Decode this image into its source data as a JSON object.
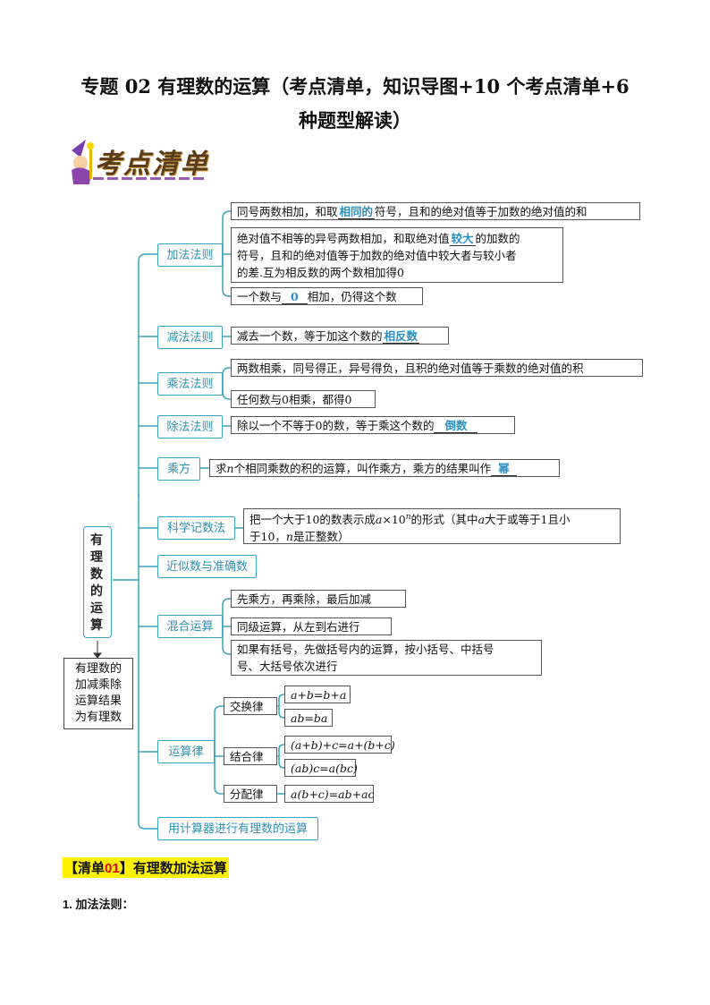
{
  "title": {
    "line1": "专题 02  有理数的运算（考点清单，知识导图+10 个考点清单+6",
    "line2": "种题型解读）"
  },
  "banner": {
    "text": "考点清单"
  },
  "root": {
    "label": "有理数的运算",
    "note": "有理数的加减乘除运算结果为有理数"
  },
  "addition": {
    "label": "加法法则",
    "rule1_pre": "同号两数相加，和取",
    "rule1_hl": "相同的",
    "rule1_post": "符号，且和的绝对值等于加数的绝对值的和",
    "rule2_l1a": "绝对值不相等的异号两数相加，和取绝对值",
    "rule2_hl": "较大",
    "rule2_l1b": "的加数的",
    "rule2_l2": "符号，且和的绝对值等于加数的绝对值中较大者与较小者",
    "rule2_l3": "的差.互为相反数的两个数相加得0",
    "rule3_pre": "一个数与",
    "rule3_hl": "0",
    "rule3_post": "相加，仍得这个数"
  },
  "subtraction": {
    "label": "减法法则",
    "pre": "减去一个数，等于加这个数的",
    "hl": "相反数"
  },
  "multiplication": {
    "label": "乘法法则",
    "rule1": "两数相乘，同号得正，异号得负，且积的绝对值等于乘数的绝对值的积",
    "rule2": "任何数与0相乘，都得0"
  },
  "division": {
    "label": "除法法则",
    "pre": "除以一个不等于0的数，等于乘这个数的",
    "hl": "倒数"
  },
  "power": {
    "label": "乘方",
    "pre": "求",
    "n": "n",
    "mid": "个相同乘数的积的运算，叫作乘方，乘方的结果叫作",
    "hl": "幂"
  },
  "scientific": {
    "label": "科学记数法",
    "l1a": "把一个大于10的数表示成",
    "a": "a",
    "times": "×10",
    "exp": "n",
    "l1b": "的形式（其中",
    "a2": "a",
    "l1c": "大于或等于1且小",
    "l2a": "于10，",
    "n": "n",
    "l2b": "是正整数）"
  },
  "approx": {
    "label": "近似数与准确数"
  },
  "mixed": {
    "label": "混合运算",
    "r1": "先乘方，再乘除，最后加减",
    "r2": "同级运算，从左到右进行",
    "r3a": "如果有括号，先做括号内的运算，按小括号、中括号",
    "r3b": "号、大括号依次进行"
  },
  "laws": {
    "label": "运算律",
    "comm": {
      "label": "交换律",
      "f1": "a+b=b+a",
      "f2": "ab=ba"
    },
    "assoc": {
      "label": "结合律",
      "f1": "(a+b)+c=a+(b+c)",
      "f2": "(ab)c=a(bc)"
    },
    "dist": {
      "label": "分配律",
      "f1": "a(b+c)=ab+ac"
    }
  },
  "calculator": {
    "label": "用计算器进行有理数的运算"
  },
  "section": {
    "open": "【清单",
    "num": "01",
    "close": "】",
    "text": "有理数加法运算"
  },
  "point1": {
    "text": "1. 加法法则："
  }
}
